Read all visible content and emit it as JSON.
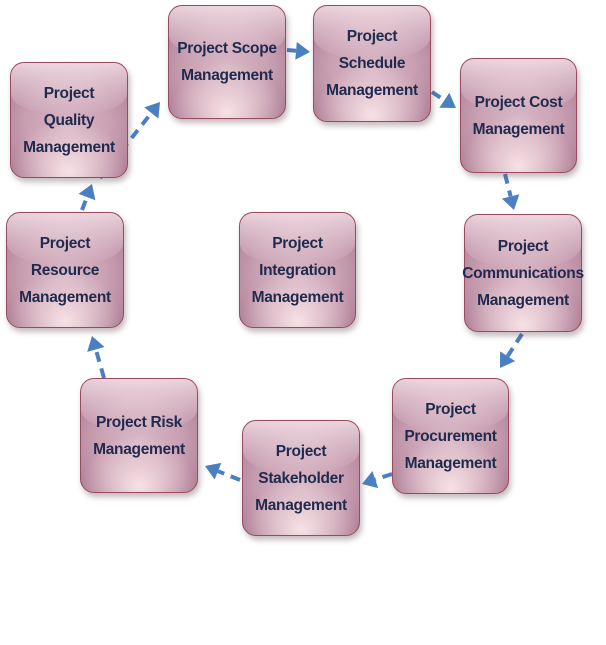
{
  "diagram": {
    "title": "Project Management Knowledge Areas",
    "center": {
      "id": "integration",
      "label": "Project\nIntegration\nManagement"
    },
    "cycle": [
      {
        "id": "scope",
        "label": "Project Scope\nManagement"
      },
      {
        "id": "schedule",
        "label": "Project\nSchedule\nManagement"
      },
      {
        "id": "cost",
        "label": "Project Cost\nManagement"
      },
      {
        "id": "communications",
        "label": "Project\nCommunications\nManagement"
      },
      {
        "id": "procurement",
        "label": "Project\nProcurement\nManagement"
      },
      {
        "id": "stakeholder",
        "label": "Project\nStakeholder\nManagement"
      },
      {
        "id": "risk",
        "label": "Project Risk\nManagement"
      },
      {
        "id": "resource",
        "label": "Project\nResource\nManagement"
      },
      {
        "id": "quality",
        "label": "Project\nQuality\nManagement"
      }
    ],
    "connections": [
      [
        "quality",
        "scope"
      ],
      [
        "scope",
        "schedule"
      ],
      [
        "schedule",
        "cost"
      ],
      [
        "cost",
        "communications"
      ],
      [
        "communications",
        "procurement"
      ],
      [
        "procurement",
        "stakeholder"
      ],
      [
        "stakeholder",
        "risk"
      ],
      [
        "risk",
        "resource"
      ],
      [
        "resource",
        "quality"
      ]
    ],
    "colors": {
      "arrow": "#4a7fc1",
      "box_border": "#9a4a5e",
      "text": "#1f2a4e"
    }
  }
}
